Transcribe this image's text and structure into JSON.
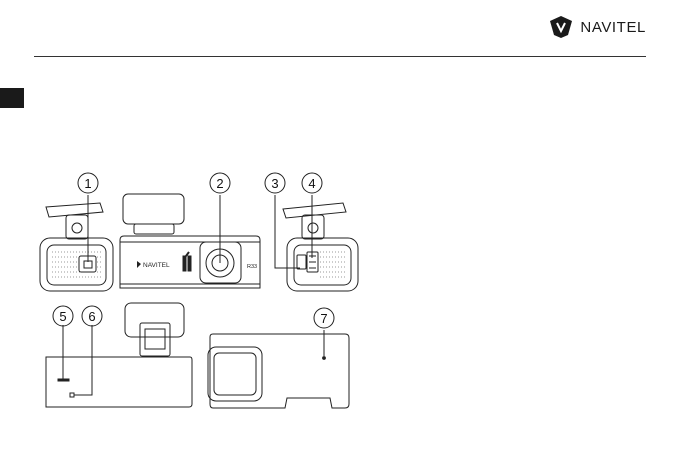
{
  "brand": {
    "name": "NAVITEL",
    "logo_icon": "navitel-shield-icon"
  },
  "device": {
    "logo_text": "NAVITEL",
    "model_text": "R33"
  },
  "callouts": [
    "1",
    "2",
    "3",
    "4",
    "5",
    "6",
    "7"
  ]
}
